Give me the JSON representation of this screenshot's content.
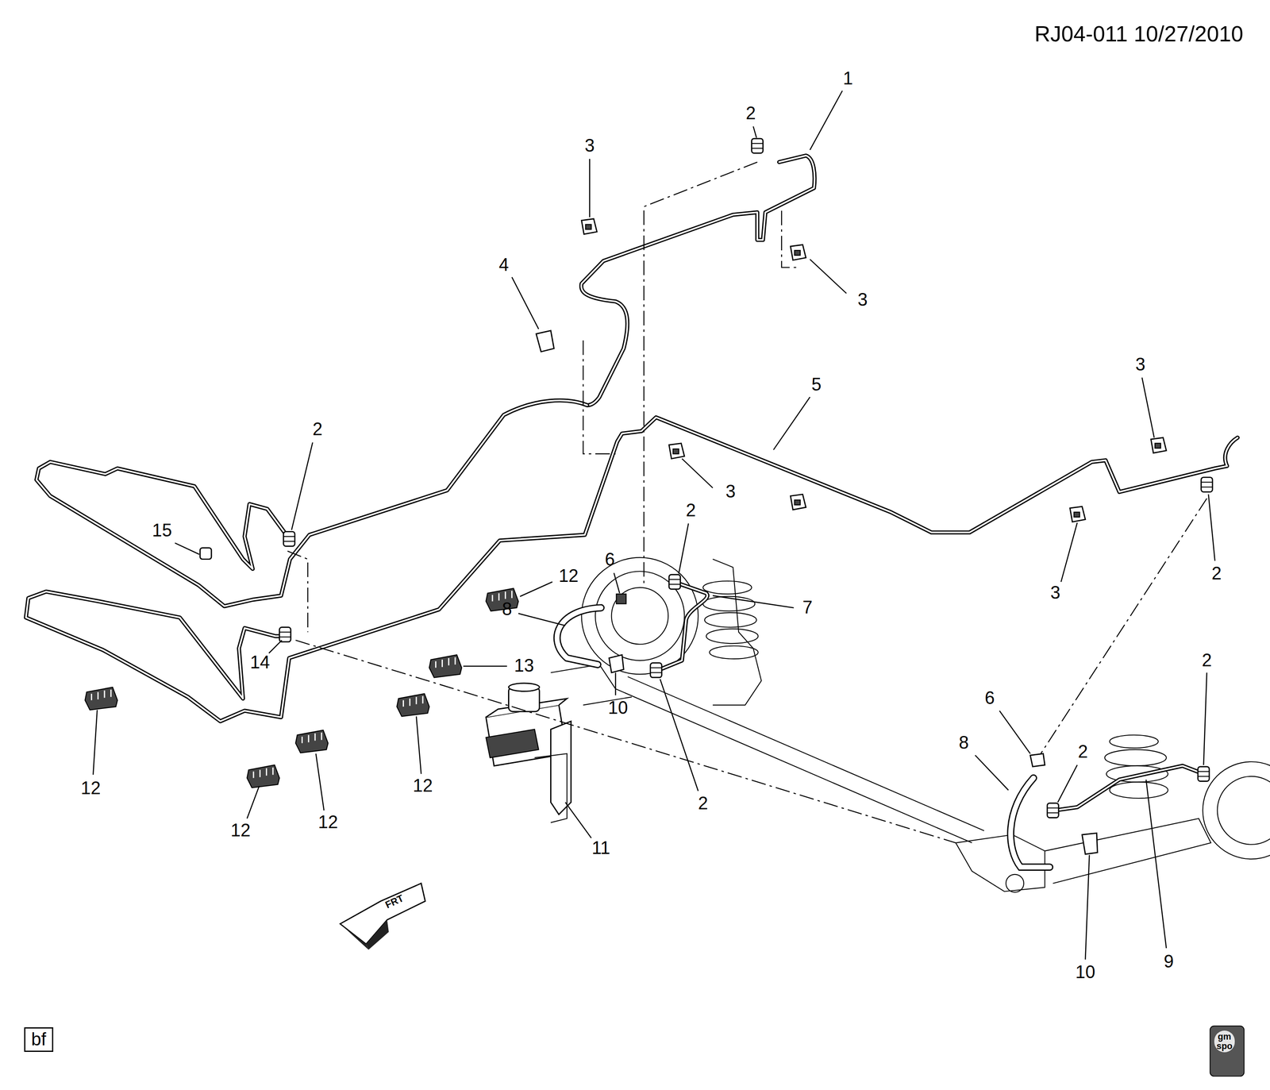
{
  "diagram": {
    "nodes": [
      {
        "text": [
          "bf"
        ]
      },
      {
        "text": [
          "gm spo"
        ]
      }
    ],
    "labels": [
      "RJ04-011 10/27/2010",
      "1",
      "2",
      "3",
      "4",
      "3",
      "3",
      "5",
      "2",
      "3",
      "2",
      "15",
      "6",
      "2",
      "12",
      "3",
      "7",
      "8",
      "2",
      "14",
      "13",
      "6",
      "10",
      "8",
      "2",
      "12",
      "12",
      "2",
      "12",
      "12",
      "11",
      "9",
      "10",
      "FRT"
    ]
  }
}
